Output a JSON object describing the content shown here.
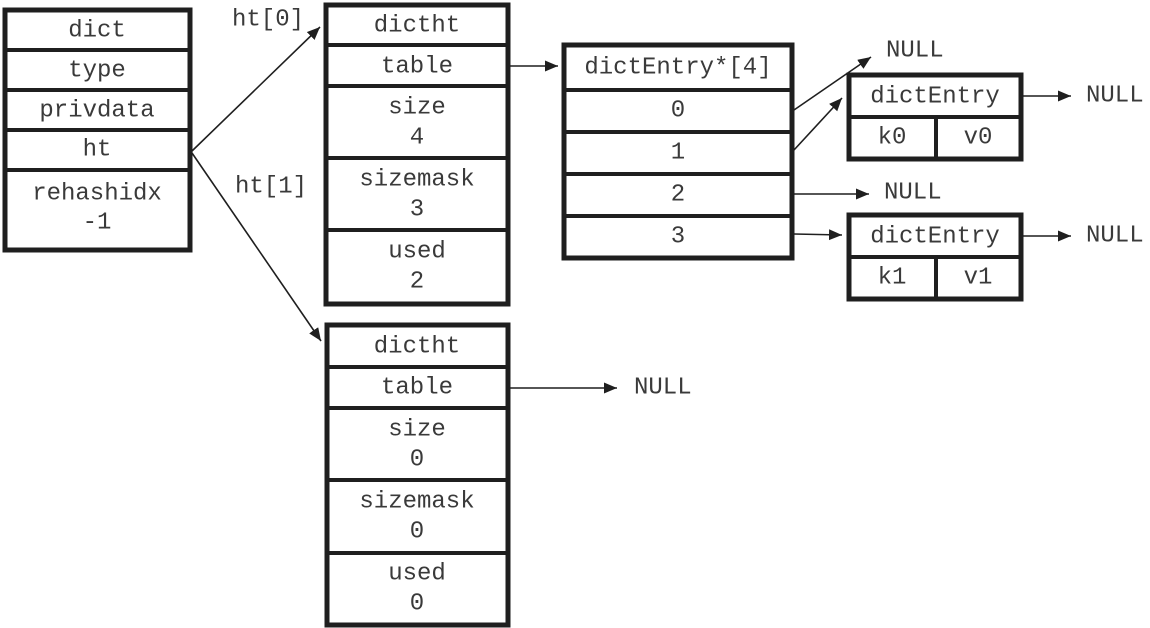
{
  "colors": {
    "line": "#1f1f1f",
    "text": "#3a3a3a",
    "background": "#ffffff"
  },
  "dict_struct": {
    "header": "dict",
    "field_type": "type",
    "field_privdata": "privdata",
    "field_ht": "ht",
    "field_rehashidx_label": "rehashidx",
    "field_rehashidx_value": "-1"
  },
  "pointer_labels": {
    "ht0": "ht[0]",
    "ht1": "ht[1]"
  },
  "hashtable0": {
    "header": "dictht",
    "table_label": "table",
    "size_label": "size",
    "size_value": "4",
    "sizemask_label": "sizemask",
    "sizemask_value": "3",
    "used_label": "used",
    "used_value": "2"
  },
  "bucket_array": {
    "header": "dictEntry*[4]",
    "slots": [
      "0",
      "1",
      "2",
      "3"
    ],
    "slot0_target": "NULL",
    "slot2_target": "NULL"
  },
  "entry0": {
    "header": "dictEntry",
    "key": "k0",
    "value": "v0",
    "next": "NULL"
  },
  "entry1": {
    "header": "dictEntry",
    "key": "k1",
    "value": "v1",
    "next": "NULL"
  },
  "hashtable1": {
    "header": "dictht",
    "table_label": "table",
    "table_target": "NULL",
    "size_label": "size",
    "size_value": "0",
    "sizemask_label": "sizemask",
    "sizemask_value": "0",
    "used_label": "used",
    "used_value": "0"
  }
}
